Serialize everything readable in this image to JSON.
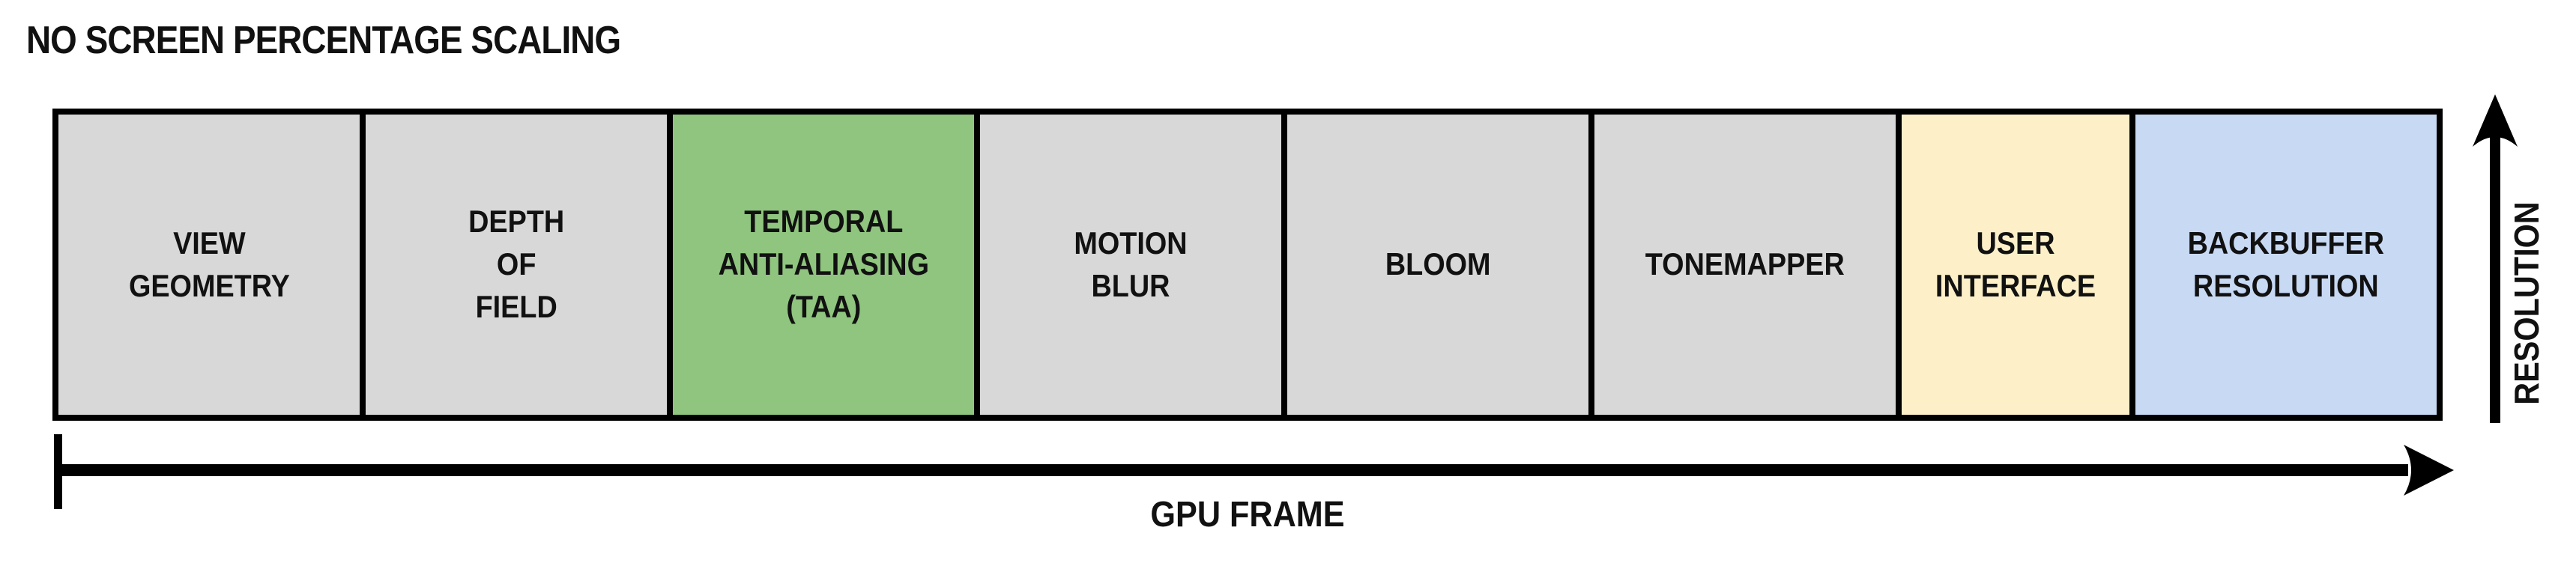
{
  "title": "NO SCREEN PERCENTAGE SCALING",
  "colors": {
    "stage_default_gray": "#d8d8d8",
    "stage_taa_green": "#8fc57e",
    "stage_ui_cream": "#fdf0c9",
    "stage_backbuffer_blue": "#c8d9f4",
    "border_black": "#000000",
    "text_black": "#111111"
  },
  "pipeline": {
    "stages": [
      {
        "label": "VIEW\nGEOMETRY",
        "color": "#d8d8d8"
      },
      {
        "label": "DEPTH\nOF\nFIELD",
        "color": "#d8d8d8"
      },
      {
        "label": "TEMPORAL\nANTI-ALIASING\n(TAA)",
        "color": "#8fc57e"
      },
      {
        "label": "MOTION\nBLUR",
        "color": "#d8d8d8"
      },
      {
        "label": "BLOOM",
        "color": "#d8d8d8"
      },
      {
        "label": "TONEMAPPER",
        "color": "#d8d8d8"
      },
      {
        "label": "USER\nINTERFACE",
        "color": "#fdf0c9"
      },
      {
        "label": "BACKBUFFER\nRESOLUTION",
        "color": "#c8d9f4"
      }
    ]
  },
  "axes": {
    "x_label": "GPU FRAME",
    "y_label": "RESOLUTION"
  }
}
